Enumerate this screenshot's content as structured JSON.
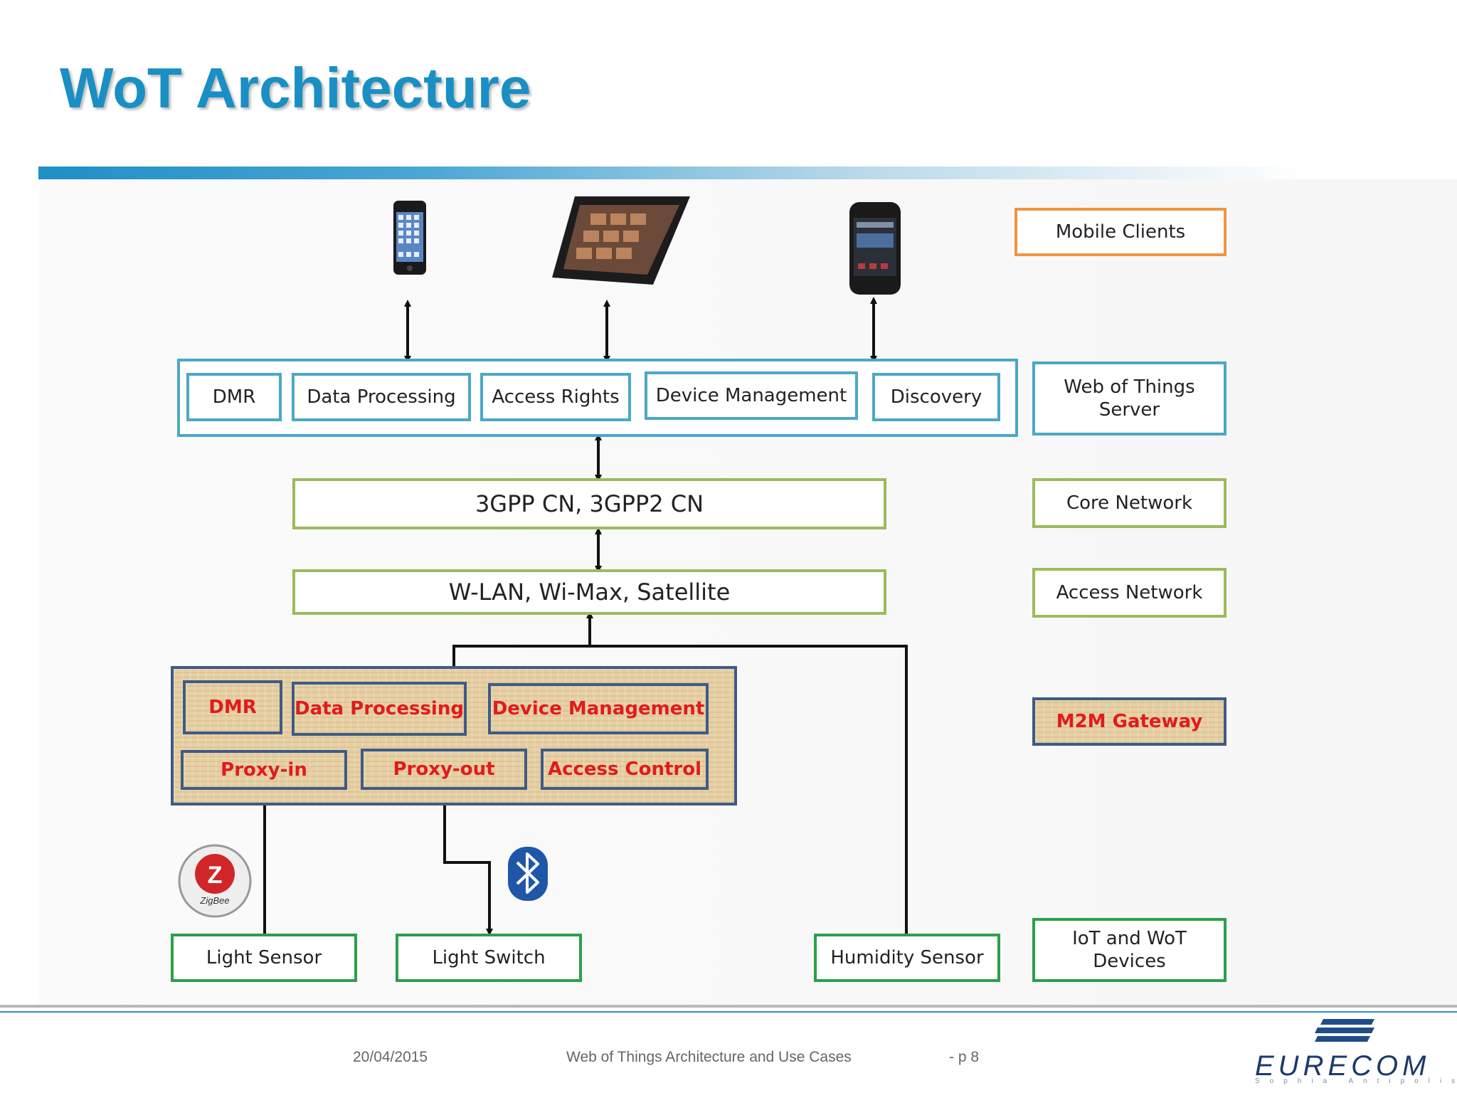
{
  "slide": {
    "title": "WoT Architecture"
  },
  "layers": {
    "mobile_clients": "Mobile Clients",
    "wot_server": "Web of Things Server",
    "core_network": "Core Network",
    "access_network": "Access Network",
    "m2m_gateway": "M2M Gateway",
    "devices": "IoT and WoT Devices"
  },
  "server_modules": [
    "DMR",
    "Data Processing",
    "Access Rights",
    "Device Management",
    "Discovery"
  ],
  "core_network_label": "3GPP CN, 3GPP2 CN",
  "access_network_label": "W-LAN, Wi-Max, Satellite",
  "gateway_modules": [
    "DMR",
    "Data Processing",
    "Device Management",
    "Proxy-in",
    "Proxy-out",
    "Access Control"
  ],
  "devices": {
    "light_sensor": "Light Sensor",
    "light_switch": "Light Switch",
    "humidity_sensor": "Humidity Sensor"
  },
  "icons": {
    "zigbee_label": "ZigBee",
    "zigbee_letter": "Z"
  },
  "footer": {
    "date": "20/04/2015",
    "presentation_title": "Web of Things Architecture and Use Cases",
    "page": "- p 8",
    "logo": "EURECOM",
    "logo_sub": "Sophia Antipolis"
  },
  "colors": {
    "title": "#1a8fc4",
    "server_border": "#4ba8c6",
    "network_border": "#9bbb59",
    "mobile_border": "#f0953f",
    "device_border": "#2aa14a",
    "gateway_border": "#3f5b87",
    "gateway_text": "#e11b1b"
  }
}
